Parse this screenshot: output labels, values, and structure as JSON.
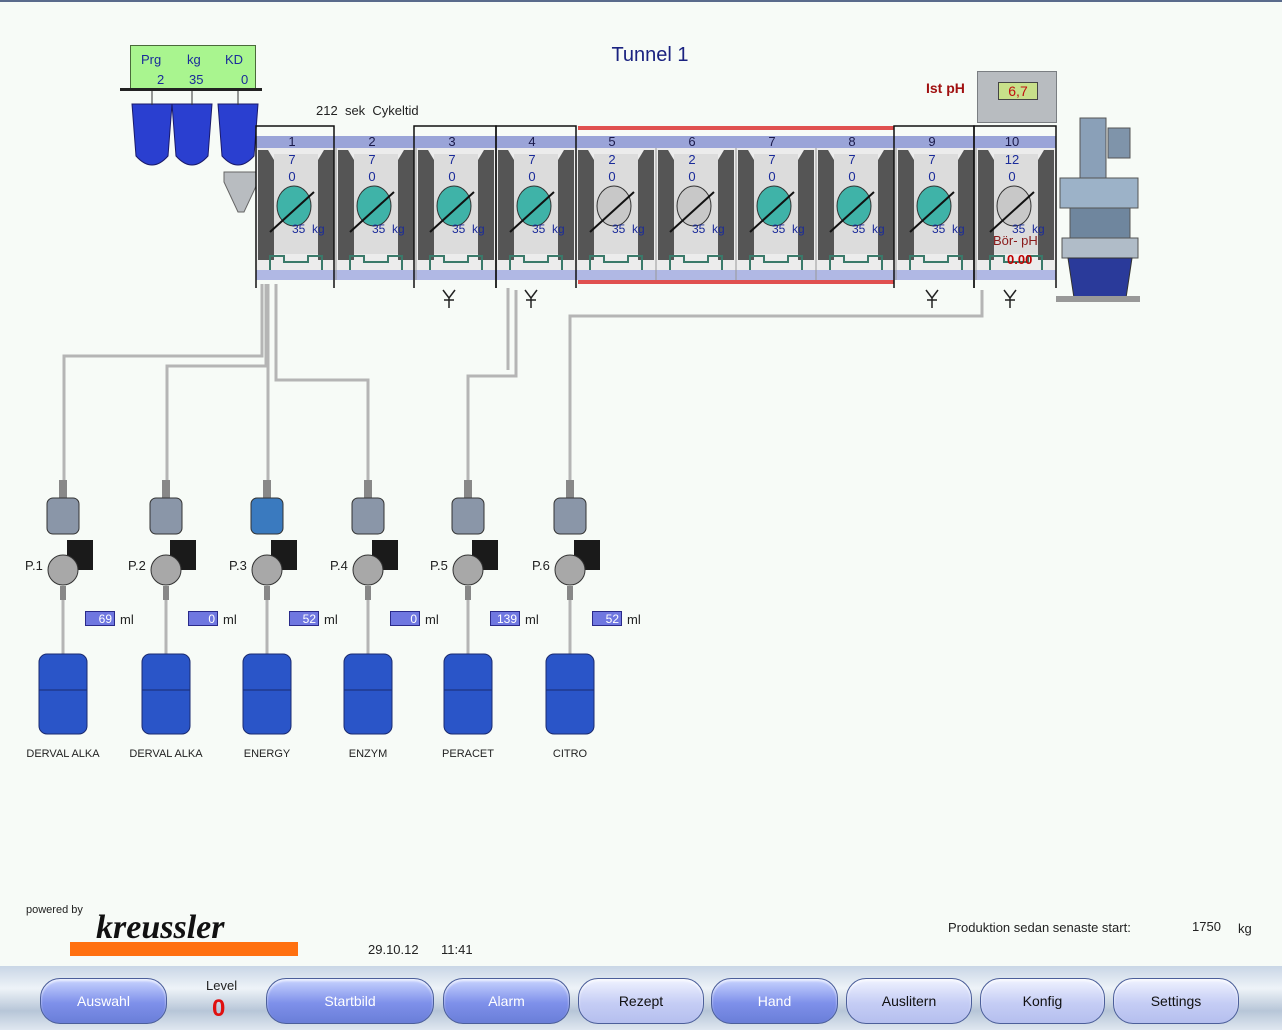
{
  "title": "Tunnel 1",
  "loading": {
    "headers": [
      "Prg",
      "kg",
      "KD"
    ],
    "values": [
      "2",
      "35",
      "0"
    ]
  },
  "cycle": {
    "seconds": "212",
    "unit": "sek",
    "label": "Cykeltid"
  },
  "ph": {
    "label": "Ist pH",
    "value": "6,7",
    "target_label": "Bör- pH",
    "target_value": "0.00"
  },
  "compartments": [
    {
      "num": "1",
      "prog": "7",
      "kd": "0",
      "kg": "35",
      "unit": "kg"
    },
    {
      "num": "2",
      "prog": "7",
      "kd": "0",
      "kg": "35",
      "unit": "kg"
    },
    {
      "num": "3",
      "prog": "7",
      "kd": "0",
      "kg": "35",
      "unit": "kg"
    },
    {
      "num": "4",
      "prog": "7",
      "kd": "0",
      "kg": "35",
      "unit": "kg"
    },
    {
      "num": "5",
      "prog": "2",
      "kd": "0",
      "kg": "35",
      "unit": "kg"
    },
    {
      "num": "6",
      "prog": "2",
      "kd": "0",
      "kg": "35",
      "unit": "kg"
    },
    {
      "num": "7",
      "prog": "7",
      "kd": "0",
      "kg": "35",
      "unit": "kg"
    },
    {
      "num": "8",
      "prog": "7",
      "kd": "0",
      "kg": "35",
      "unit": "kg"
    },
    {
      "num": "9",
      "prog": "7",
      "kd": "0",
      "kg": "35",
      "unit": "kg"
    },
    {
      "num": "10",
      "prog": "12",
      "kd": "0",
      "kg": "35",
      "unit": "kg"
    }
  ],
  "pumps": [
    {
      "label": "P.1",
      "ml": "69",
      "unit": "ml",
      "chemical": "DERVAL ALKA"
    },
    {
      "label": "P.2",
      "ml": "0",
      "unit": "ml",
      "chemical": "DERVAL ALKA"
    },
    {
      "label": "P.3",
      "ml": "52",
      "unit": "ml",
      "chemical": "ENERGY"
    },
    {
      "label": "P.4",
      "ml": "0",
      "unit": "ml",
      "chemical": "ENZYM"
    },
    {
      "label": "P.5",
      "ml": "139",
      "unit": "ml",
      "chemical": "PERACET"
    },
    {
      "label": "P.6",
      "ml": "52",
      "unit": "ml",
      "chemical": "CITRO"
    }
  ],
  "branding": {
    "powered_by": "powered by",
    "logo": "kreussler"
  },
  "datetime": {
    "date": "29.10.12",
    "time": "11:41"
  },
  "production": {
    "label": "Produktion sedan senaste start:",
    "value": "1750",
    "unit": "kg"
  },
  "level": {
    "label": "Level",
    "value": "0"
  },
  "buttons": [
    "Auswahl",
    "Startbild",
    "Alarm",
    "Rezept",
    "Hand",
    "Auslitern",
    "Konfig",
    "Settings"
  ]
}
